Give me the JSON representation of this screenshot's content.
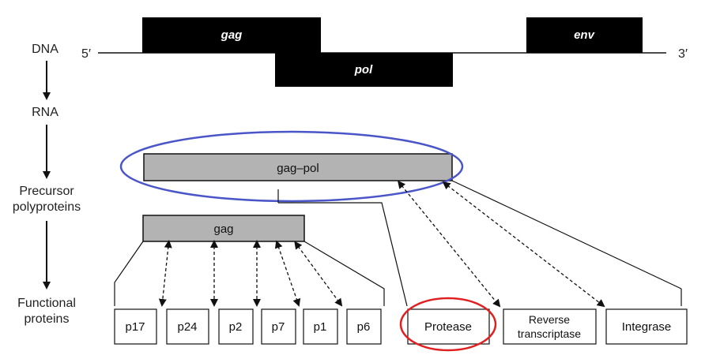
{
  "stages": {
    "dna": "DNA",
    "rna": "RNA",
    "precursor_line1": "Precursor",
    "precursor_line2": "polyproteins",
    "functional_line1": "Functional",
    "functional_line2": "proteins"
  },
  "dna_ends": {
    "five_prime": "5′",
    "three_prime": "3′"
  },
  "genes": {
    "gag": "gag",
    "pol": "pol",
    "env": "env"
  },
  "precursors": {
    "gag_pol": "gag–pol",
    "gag": "gag"
  },
  "gag_products": [
    "p17",
    "p24",
    "p2",
    "p7",
    "p1",
    "p6"
  ],
  "pol_products": {
    "protease": "Protease",
    "rt_line1": "Reverse",
    "rt_line2": "transcriptase",
    "integrase": "Integrase"
  },
  "colors": {
    "gene_fill": "#000000",
    "precursor_fill": "#b3b3b3",
    "highlight_gag_pol": "#4a55c8",
    "highlight_protease": "#e02020"
  }
}
